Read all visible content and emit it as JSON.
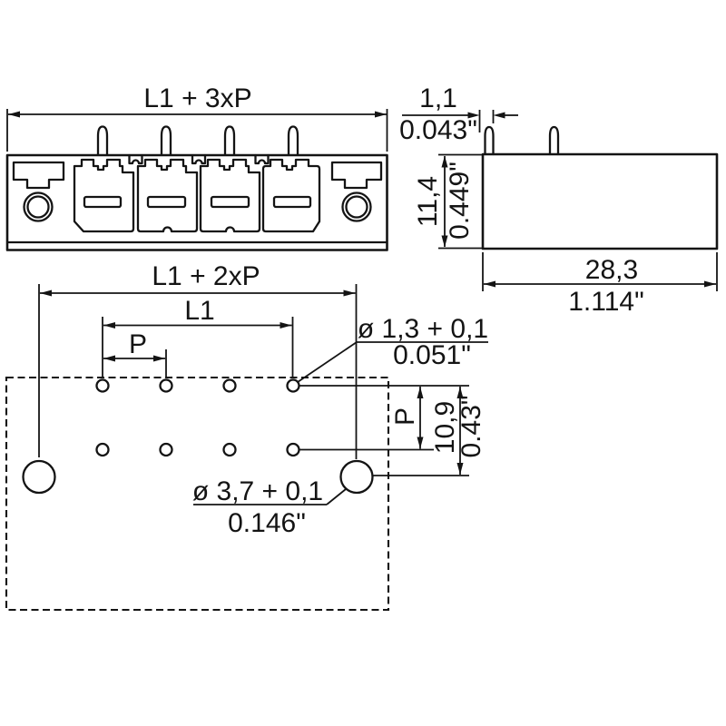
{
  "drawing": {
    "front_view": {
      "dim_total_width": "L1 + 3xP"
    },
    "side_view": {
      "pin_width_mm": "1,1",
      "pin_width_inch": "0.043\"",
      "height_mm": "11,4",
      "height_inch": "0.449\"",
      "depth_mm": "28,3",
      "depth_inch": "1.114\""
    },
    "footprint_view": {
      "dim_outer_span": "L1 + 2xP",
      "dim_l1": "L1",
      "dim_pitch": "P",
      "small_hole_dia_mm": "ø 1,3 + 0,1",
      "small_hole_dia_inch": "0.051\"",
      "dim_pitch_vertical": "P",
      "row_offset_mm": "10,9",
      "row_offset_inch": "0.43\"",
      "large_hole_dia_mm": "ø 3,7 + 0,1",
      "large_hole_dia_inch": "0.146\""
    },
    "line_color": "#141414"
  }
}
